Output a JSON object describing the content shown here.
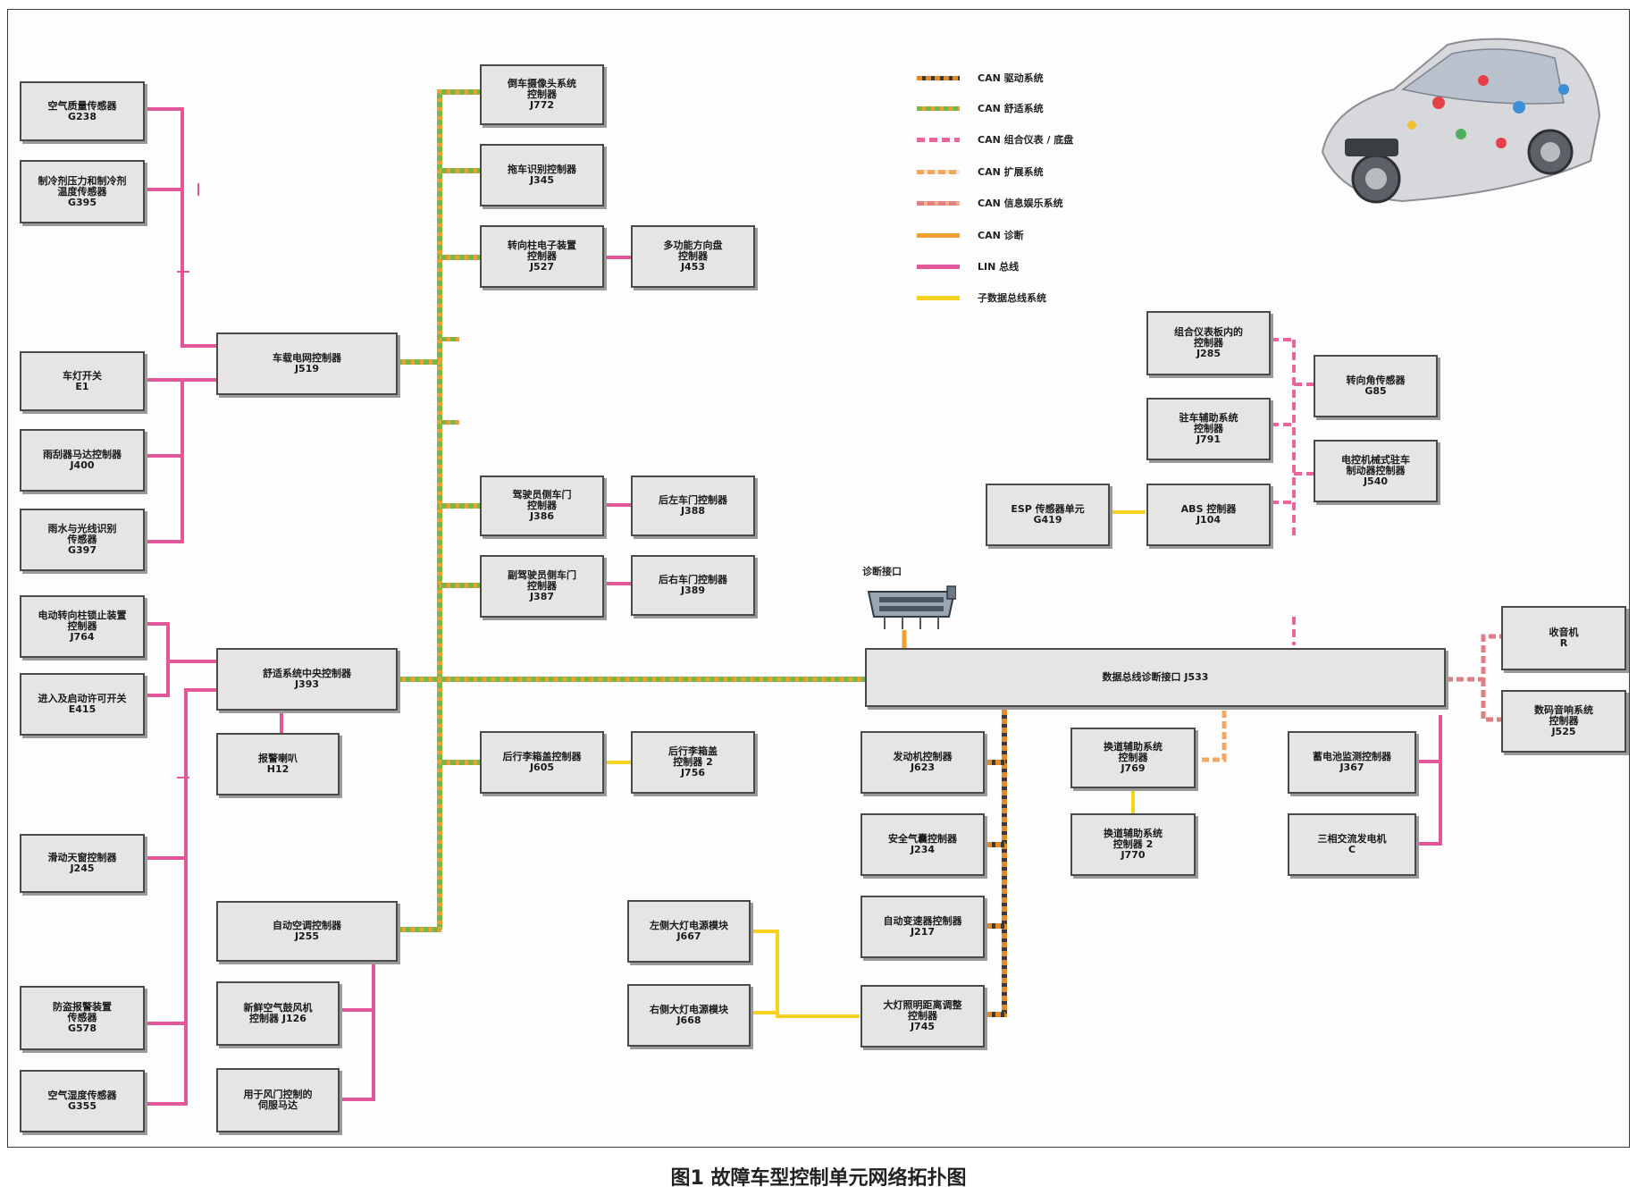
{
  "caption": "图1 故障车型控制单元网络拓扑图",
  "diag_port_label": "诊断接口",
  "colors": {
    "can_drive": "#e08a2a",
    "can_comfort": "#7ab648",
    "can_instrument": "#e8669a",
    "can_extended": "#f2a860",
    "can_infotainment": "#e07e84",
    "can_diag": "#f0a030",
    "lin": "#e1579a",
    "sub_bus": "#f6d21e",
    "box_fill": "#e7e5e3",
    "box_border": "#4a4a4a"
  },
  "legend": [
    {
      "label": "CAN 驱动系统",
      "style": "drive"
    },
    {
      "label": "CAN 舒适系统",
      "style": "comfort"
    },
    {
      "label": "CAN 组合仪表 / 底盘",
      "style": "instrument"
    },
    {
      "label": "CAN 扩展系统",
      "style": "extended"
    },
    {
      "label": "CAN 信息娱乐系统",
      "style": "infotainment"
    },
    {
      "label": "CAN 诊断",
      "style": "diag"
    },
    {
      "label": "LIN 总线",
      "style": "lin"
    },
    {
      "label": "子数据总线系统",
      "style": "sub"
    }
  ],
  "nodes": {
    "g238": {
      "name": "空气质量传感器",
      "code": "G238"
    },
    "g395": {
      "name": "制冷剂压力和制冷剂\n温度传感器",
      "code": "G395"
    },
    "e1": {
      "name": "车灯开关",
      "code": "E1"
    },
    "j400": {
      "name": "雨刮器马达控制器",
      "code": "J400"
    },
    "g397": {
      "name": "雨水与光线识别\n传感器",
      "code": "G397"
    },
    "j764": {
      "name": "电动转向柱锁止装置\n控制器",
      "code": "J764"
    },
    "e415": {
      "name": "进入及启动许可开关",
      "code": "E415"
    },
    "j245": {
      "name": "滑动天窗控制器",
      "code": "J245"
    },
    "g578": {
      "name": "防盗报警装置\n传感器",
      "code": "G578"
    },
    "g355": {
      "name": "空气湿度传感器",
      "code": "G355"
    },
    "j519": {
      "name": "车载电网控制器",
      "code": "J519"
    },
    "j393": {
      "name": "舒适系统中央控制器",
      "code": "J393"
    },
    "h12": {
      "name": "报警喇叭",
      "code": "H12"
    },
    "j255": {
      "name": "自动空调控制器",
      "code": "J255"
    },
    "j126": {
      "name": "新鲜空气鼓风机\n控制器 J126",
      "code": ""
    },
    "servo": {
      "name": "用于风门控制的\n伺服马达",
      "code": ""
    },
    "j772": {
      "name": "倒车摄像头系统\n控制器",
      "code": "J772"
    },
    "j345": {
      "name": "拖车识别控制器",
      "code": "J345"
    },
    "j527": {
      "name": "转向柱电子装置\n控制器",
      "code": "J527"
    },
    "j453": {
      "name": "多功能方向盘\n控制器",
      "code": "J453"
    },
    "j386": {
      "name": "驾驶员侧车门\n控制器",
      "code": "J386"
    },
    "j388": {
      "name": "后左车门控制器",
      "code": "J388"
    },
    "j387": {
      "name": "副驾驶员侧车门\n控制器",
      "code": "J387"
    },
    "j389": {
      "name": "后右车门控制器",
      "code": "J389"
    },
    "j605": {
      "name": "后行李箱盖控制器",
      "code": "J605"
    },
    "j756": {
      "name": "后行李箱盖\n控制器 2",
      "code": "J756"
    },
    "j667": {
      "name": "左侧大灯电源模块",
      "code": "J667"
    },
    "j668": {
      "name": "右侧大灯电源模块",
      "code": "J668"
    },
    "j533": {
      "name": "数据总线诊断接口 J533",
      "code": ""
    },
    "j623": {
      "name": "发动机控制器",
      "code": "J623"
    },
    "j234": {
      "name": "安全气囊控制器",
      "code": "J234"
    },
    "j217": {
      "name": "自动变速器控制器",
      "code": "J217"
    },
    "j745": {
      "name": "大灯照明距离调整\n控制器",
      "code": "J745"
    },
    "j769": {
      "name": "换道辅助系统\n控制器",
      "code": "J769"
    },
    "j770": {
      "name": "换道辅助系统\n控制器 2",
      "code": "J770"
    },
    "j367": {
      "name": "蓄电池监测控制器",
      "code": "J367"
    },
    "c": {
      "name": "三相交流发电机",
      "code": "C"
    },
    "r": {
      "name": "收音机",
      "code": "R"
    },
    "j525": {
      "name": "数码音响系统\n控制器",
      "code": "J525"
    },
    "j285": {
      "name": "组合仪表板内的\n控制器",
      "code": "J285"
    },
    "j791": {
      "name": "驻车辅助系统\n控制器",
      "code": "J791"
    },
    "j104": {
      "name": "ABS 控制器",
      "code": "J104"
    },
    "g419": {
      "name": "ESP 传感器单元",
      "code": "G419"
    },
    "g85": {
      "name": "转向角传感器",
      "code": "G85"
    },
    "j540": {
      "name": "电控机械式驻车\n制动器控制器",
      "code": "J540"
    }
  }
}
